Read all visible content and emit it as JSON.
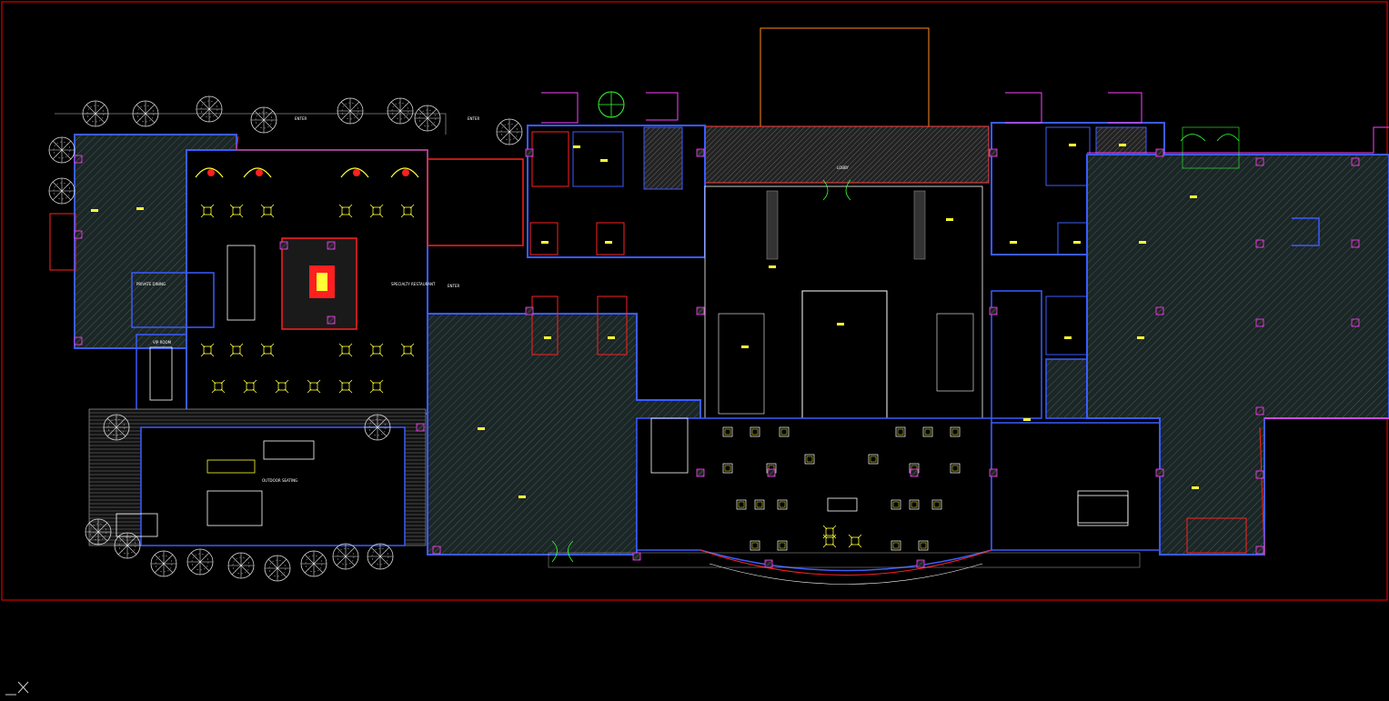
{
  "drawing": {
    "background": "#000000",
    "frame_color": "#ff0000",
    "colors": {
      "wall_blue": "#3a5cff",
      "wall_red": "#ff2020",
      "wall_magenta": "#ff40ff",
      "furniture_yellow": "#ffff33",
      "furniture_white": "#ffffff",
      "plant_green": "#33ff33",
      "hatch_gray": "#6a6a6a",
      "fill_dark": "#1e2a2a",
      "orange": "#ff8c1a",
      "cyan": "#22dddd"
    },
    "labels": {
      "specialty_restaurant": "SPECIALTY RESTAURANT",
      "enter_1": "ENTER",
      "enter_2": "ENTER",
      "enter_3": "ENTER",
      "private_dining": "PRIVATE DINING",
      "vip_room": "VIP ROOM",
      "outdoor_seating": "OUTDOOR SEATING",
      "lobby": "LOBBY"
    },
    "icons": [
      "ucs-icon",
      "tree-icon",
      "door-swing-icon",
      "column-icon"
    ]
  }
}
